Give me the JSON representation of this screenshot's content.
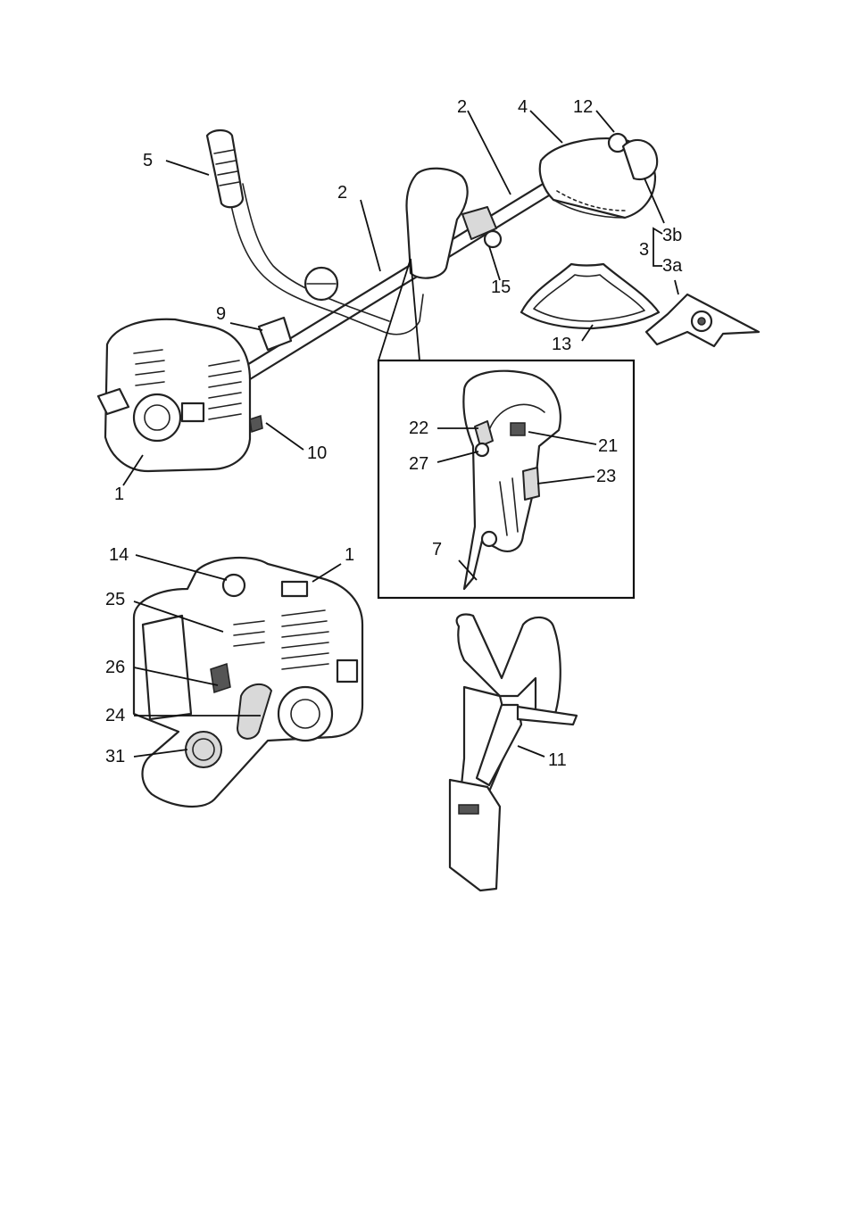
{
  "figure": {
    "background": "#ffffff",
    "line_color": "#222222",
    "labels": {
      "shaft_upper": "2",
      "shaft_lower": "2",
      "guard": "4",
      "gear_head": "12",
      "grip_left": "5",
      "cutting_set": "3",
      "cutting_line_head": "3b",
      "cutting_blade": "3a",
      "clamp_knob": "15",
      "blade_guard_extension": "13",
      "hanger": "9",
      "engine_top": "1",
      "exhaust_tag": "10",
      "stop_switch": "22",
      "throttle_lock": "21",
      "throttle_trigger": "23",
      "cruise_button": "27",
      "handle_bar": "7",
      "fuel_filler": "14",
      "engine_detail": "1",
      "air_cleaner": "25",
      "choke_lever": "26",
      "starter_grip": "24",
      "primer_bulb": "31",
      "shoulder_harness": "11"
    }
  }
}
